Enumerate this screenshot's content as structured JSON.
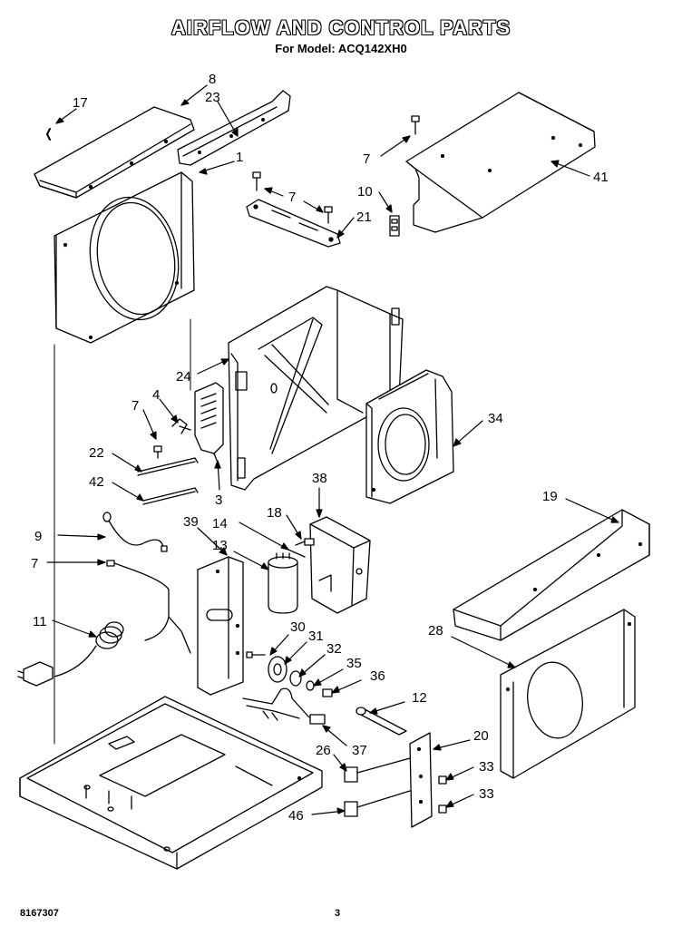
{
  "header": {
    "title": "AIRFLOW AND CONTROL PARTS",
    "subtitle": "For Model: ACQ142XH0"
  },
  "footer": {
    "part_number": "8167307",
    "page_number": "3"
  },
  "callouts": [
    {
      "id": "c17",
      "label": "17"
    },
    {
      "id": "c8",
      "label": "8"
    },
    {
      "id": "c23",
      "label": "23"
    },
    {
      "id": "c1",
      "label": "1"
    },
    {
      "id": "c7a",
      "label": "7"
    },
    {
      "id": "c21",
      "label": "21"
    },
    {
      "id": "c7b",
      "label": "7"
    },
    {
      "id": "c10",
      "label": "10"
    },
    {
      "id": "c41",
      "label": "41"
    },
    {
      "id": "c24",
      "label": "24"
    },
    {
      "id": "c7c",
      "label": "7"
    },
    {
      "id": "c4",
      "label": "4"
    },
    {
      "id": "c22",
      "label": "22"
    },
    {
      "id": "c42",
      "label": "42"
    },
    {
      "id": "c3",
      "label": "3"
    },
    {
      "id": "c34",
      "label": "34"
    },
    {
      "id": "c38",
      "label": "38"
    },
    {
      "id": "c9",
      "label": "9"
    },
    {
      "id": "c39",
      "label": "39"
    },
    {
      "id": "c14",
      "label": "14"
    },
    {
      "id": "c18",
      "label": "18"
    },
    {
      "id": "c13",
      "label": "13"
    },
    {
      "id": "c19",
      "label": "19"
    },
    {
      "id": "c7d",
      "label": "7"
    },
    {
      "id": "c11",
      "label": "11"
    },
    {
      "id": "c30",
      "label": "30"
    },
    {
      "id": "c31",
      "label": "31"
    },
    {
      "id": "c32",
      "label": "32"
    },
    {
      "id": "c35",
      "label": "35"
    },
    {
      "id": "c36",
      "label": "36"
    },
    {
      "id": "c28",
      "label": "28"
    },
    {
      "id": "c12",
      "label": "12"
    },
    {
      "id": "c20",
      "label": "20"
    },
    {
      "id": "c26",
      "label": "26"
    },
    {
      "id": "c37",
      "label": "37"
    },
    {
      "id": "c33a",
      "label": "33"
    },
    {
      "id": "c33b",
      "label": "33"
    },
    {
      "id": "c46",
      "label": "46"
    }
  ]
}
